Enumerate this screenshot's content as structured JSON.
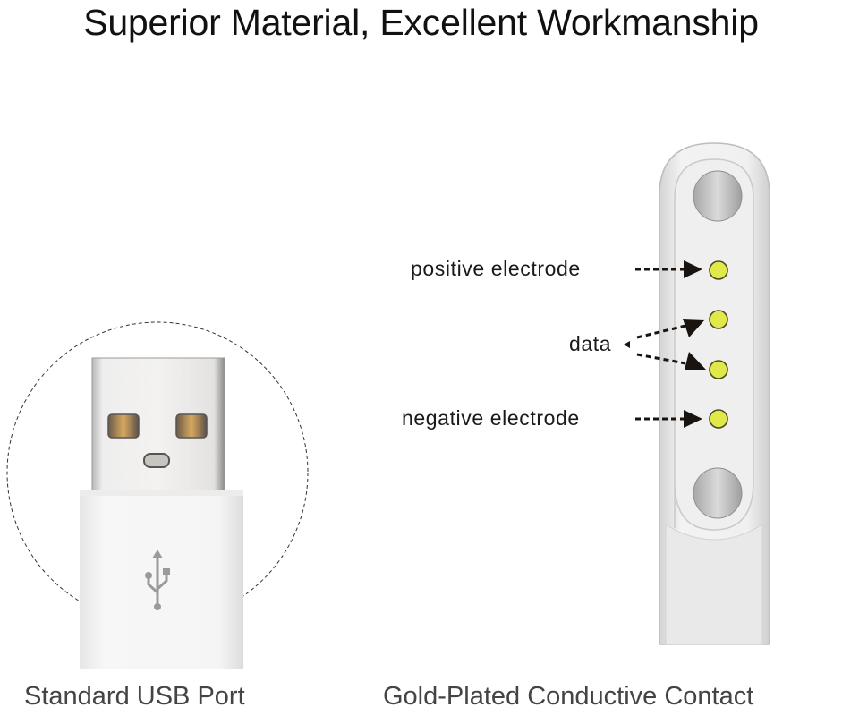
{
  "header": {
    "title": "Superior Material, Excellent Workmanship"
  },
  "left_panel": {
    "caption": "Standard USB Port",
    "icon": "usb-symbol-icon"
  },
  "right_panel": {
    "caption": "Gold-Plated Conductive Contact",
    "pins": [
      {
        "label": "positive electrode"
      },
      {
        "label": "data"
      },
      {
        "label": "negative electrode"
      }
    ]
  },
  "colors": {
    "pin_fill": "#e0e84a",
    "pin_stroke": "#4a4a1e",
    "arrow": "#1a1410",
    "circle_dash": "#333333"
  }
}
